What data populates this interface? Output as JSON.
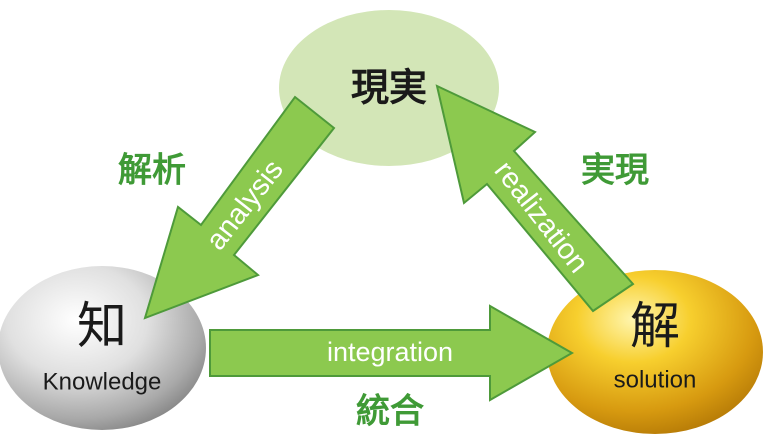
{
  "nodes": {
    "reality": {
      "label": "現実"
    },
    "knowledge": {
      "kanji": "知",
      "label": "Knowledge"
    },
    "solution": {
      "kanji": "解",
      "label": "solution"
    }
  },
  "arrows": {
    "analysis": {
      "label": "analysis",
      "caption": "解析"
    },
    "realization": {
      "label": "realization",
      "caption": "実現"
    },
    "integration": {
      "label": "integration",
      "caption": "統合"
    }
  },
  "colors": {
    "arrow_fill": "#8cc94f",
    "arrow_stroke": "#4e9a3a",
    "reality_fill": "#d3e6b7",
    "caption_green": "#3f9a36"
  }
}
